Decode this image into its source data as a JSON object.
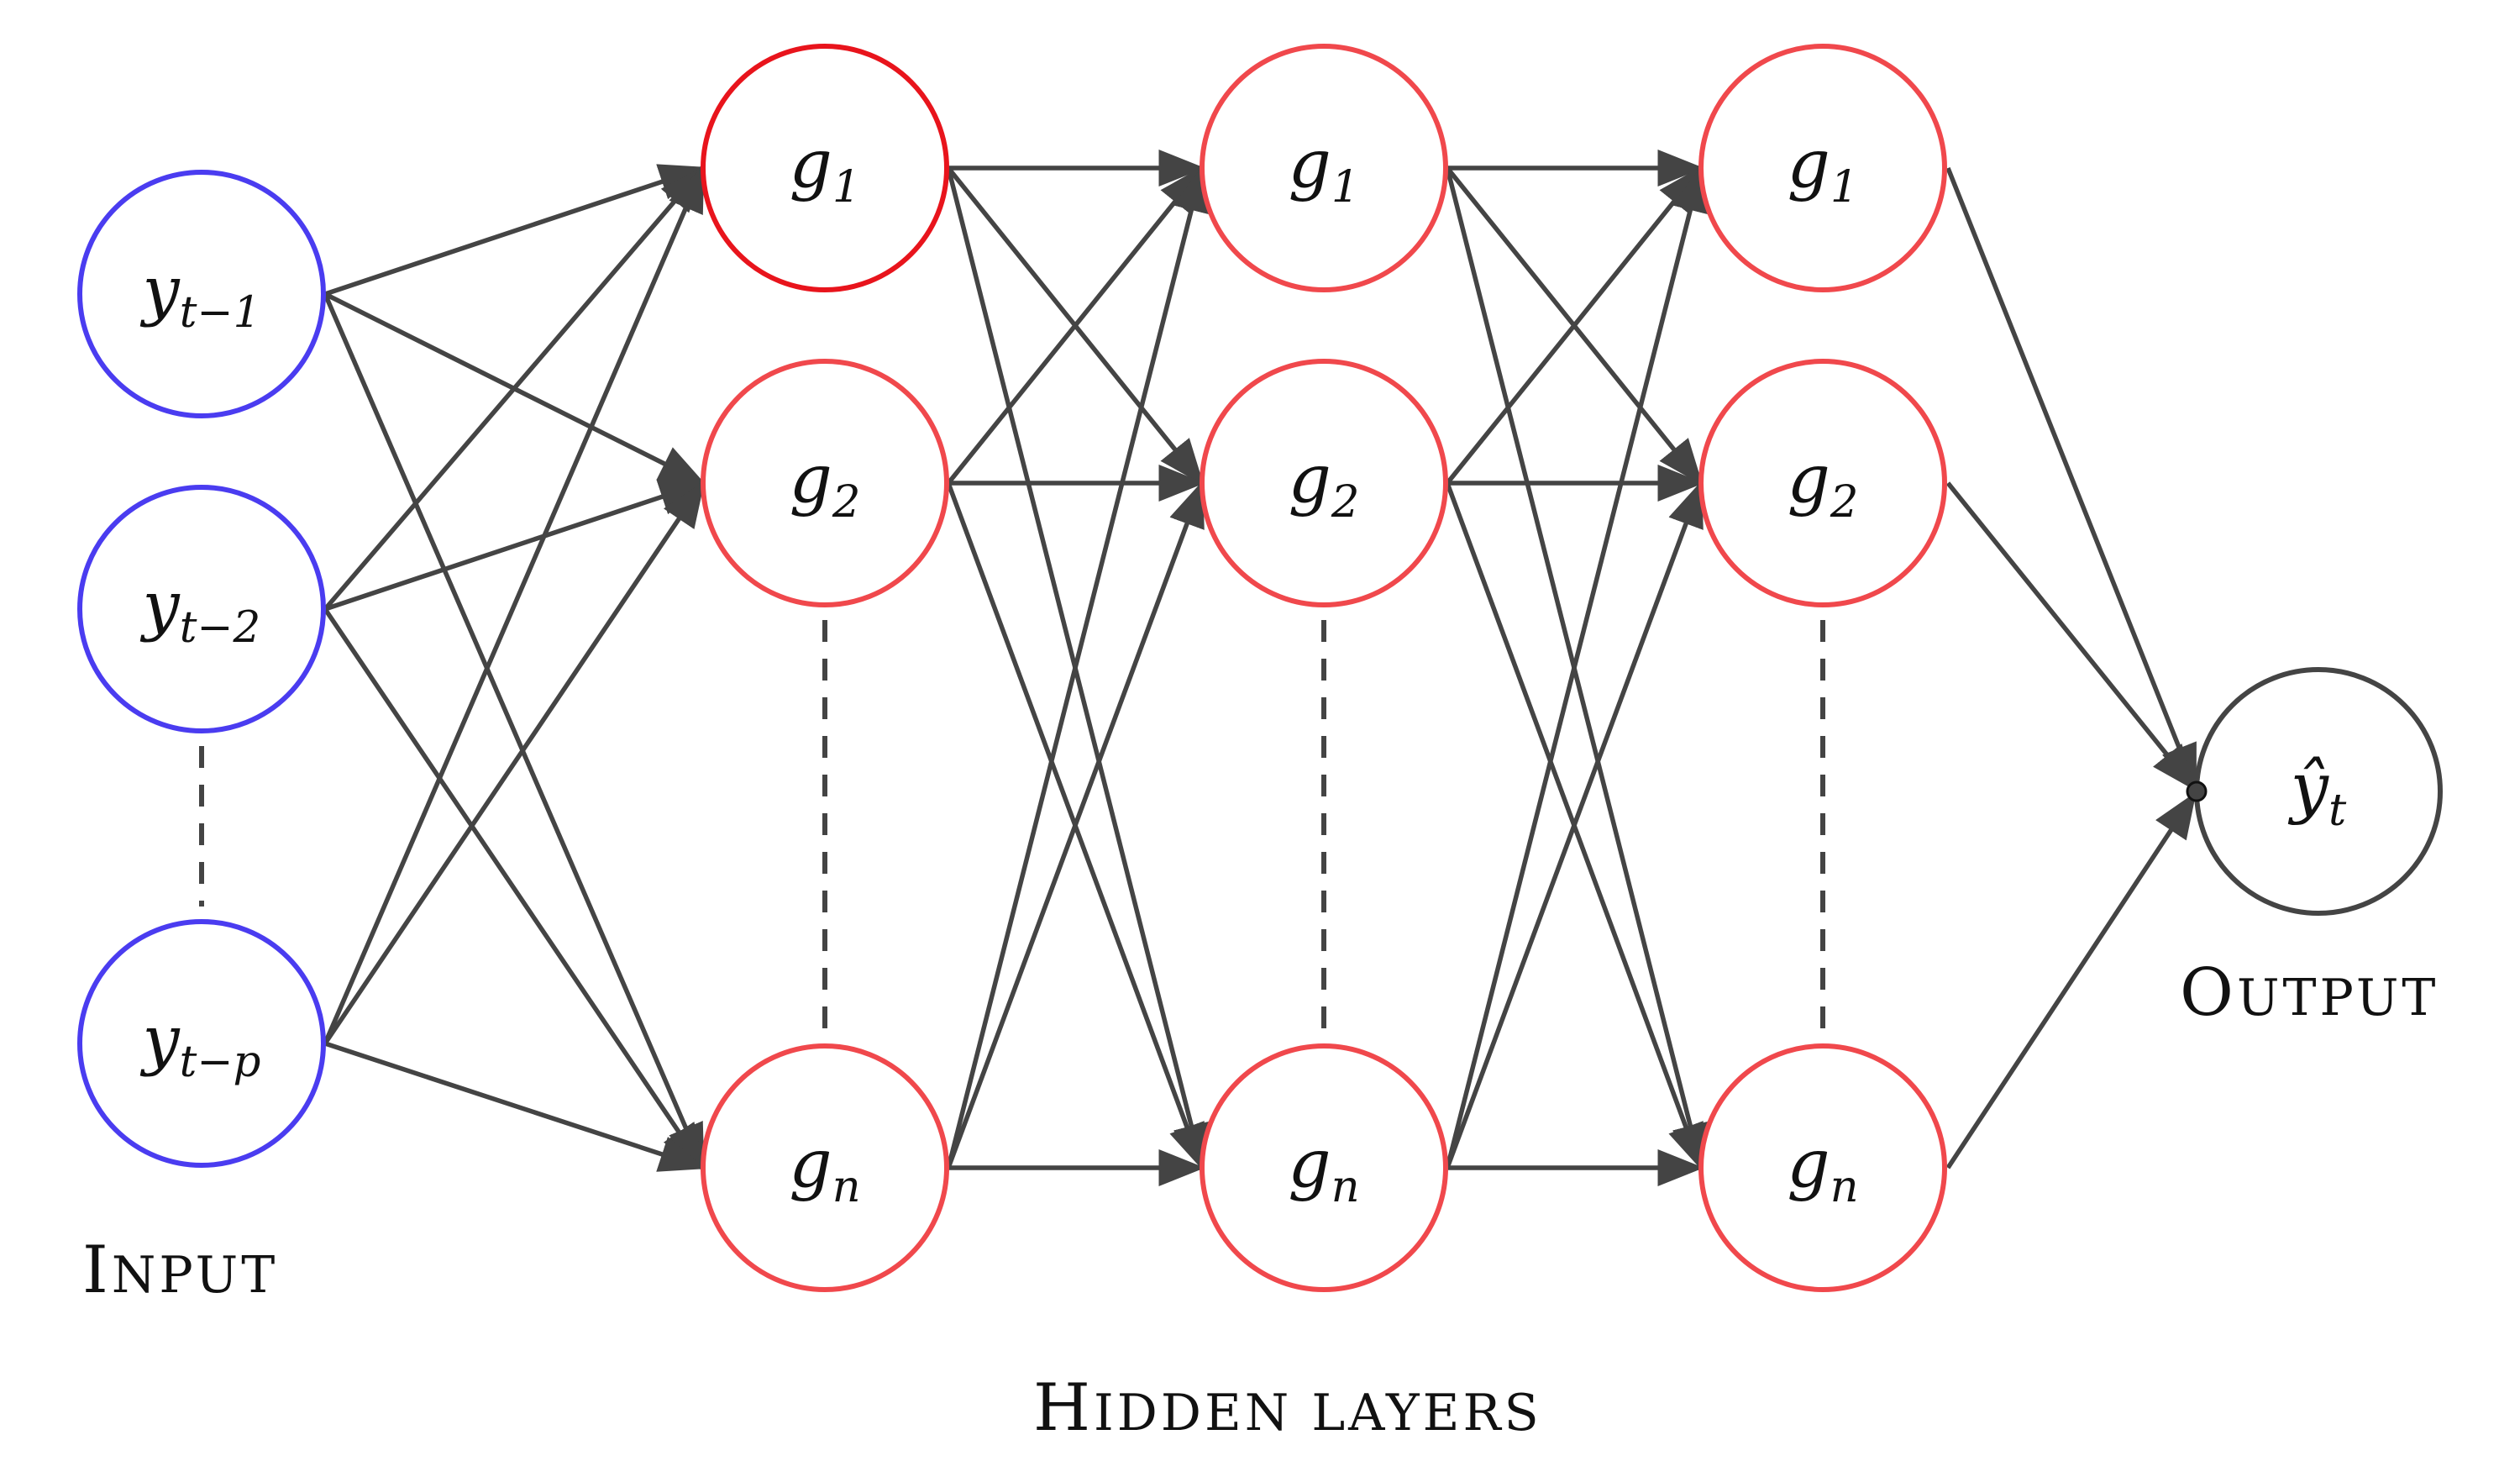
{
  "colors": {
    "input_node": "#4a3cf0",
    "hidden_node": "#f0484c",
    "hidden_node_first": "#e8141c",
    "output_node": "#444444",
    "edge": "#444444",
    "background": "#ffffff"
  },
  "input": {
    "label": "Input",
    "nodes": [
      {
        "base": "y",
        "sub": "t−1"
      },
      {
        "base": "y",
        "sub": "t−2"
      },
      {
        "base": "y",
        "sub": "t−p"
      }
    ]
  },
  "hidden": {
    "label": "Hidden layers",
    "layers": [
      {
        "nodes": [
          {
            "base": "g",
            "sub": "1"
          },
          {
            "base": "g",
            "sub": "2"
          },
          {
            "base": "g",
            "sub": "n"
          }
        ]
      },
      {
        "nodes": [
          {
            "base": "g",
            "sub": "1"
          },
          {
            "base": "g",
            "sub": "2"
          },
          {
            "base": "g",
            "sub": "n"
          }
        ]
      },
      {
        "nodes": [
          {
            "base": "g",
            "sub": "1"
          },
          {
            "base": "g",
            "sub": "2"
          },
          {
            "base": "g",
            "sub": "n"
          }
        ]
      }
    ]
  },
  "output": {
    "label": "Output",
    "node": {
      "base": "ŷ",
      "sub": "t"
    }
  }
}
